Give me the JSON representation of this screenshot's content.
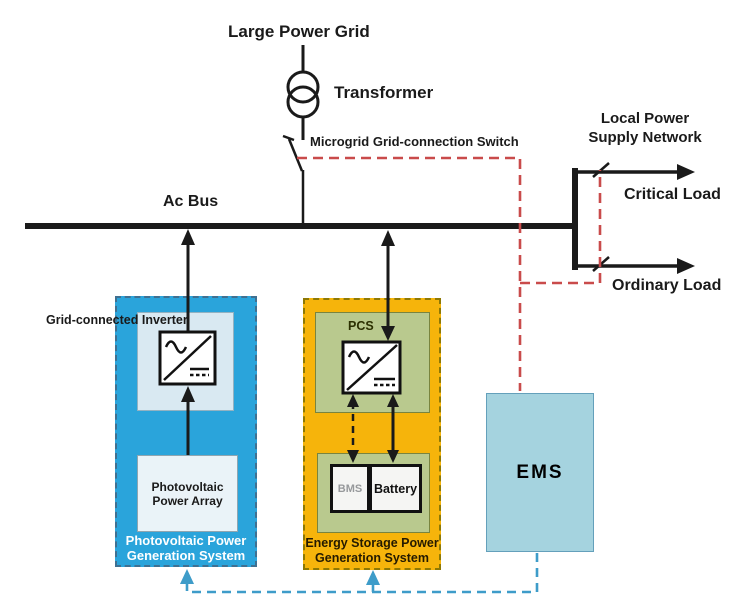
{
  "diagram": {
    "grid": {
      "label": "Large Power Grid"
    },
    "transformer": {
      "label": "Transformer"
    },
    "grid_switch": {
      "label": "Microgrid Grid-connection Switch"
    },
    "ac_bus": {
      "label": "Ac Bus"
    },
    "local_network": {
      "label_line1": "Local Power",
      "label_line2": "Supply Network",
      "loads": [
        {
          "label": "Critical Load"
        },
        {
          "label": "Ordinary Load"
        }
      ]
    },
    "pv_system": {
      "inverter_label": "Grid-connected Inverter",
      "array_label_line1": "Photovoltaic",
      "array_label_line2": "Power Array",
      "title_line1": "Photovoltaic Power",
      "title_line2": "Generation System"
    },
    "storage_system": {
      "pcs_label": "PCS",
      "bms_label": "BMS",
      "battery_label": "Battery",
      "title_line1": "Energy Storage Power",
      "title_line2": "Generation System"
    },
    "ems": {
      "label": "EMS"
    }
  },
  "colors": {
    "pv_box": "#2AA4DB",
    "pv_panel": "#D9E9F2",
    "pv_array_box": "#EAF3F8",
    "storage_box": "#F6B40B",
    "inner_panel_olive": "#B9C98E",
    "component_box_white": "#F5F5F3",
    "ems_box": "#A5D3DF",
    "control_line_red": "#C94B4B",
    "control_line_blue": "#3E9CC9",
    "line_black": "#1A1A1A"
  }
}
